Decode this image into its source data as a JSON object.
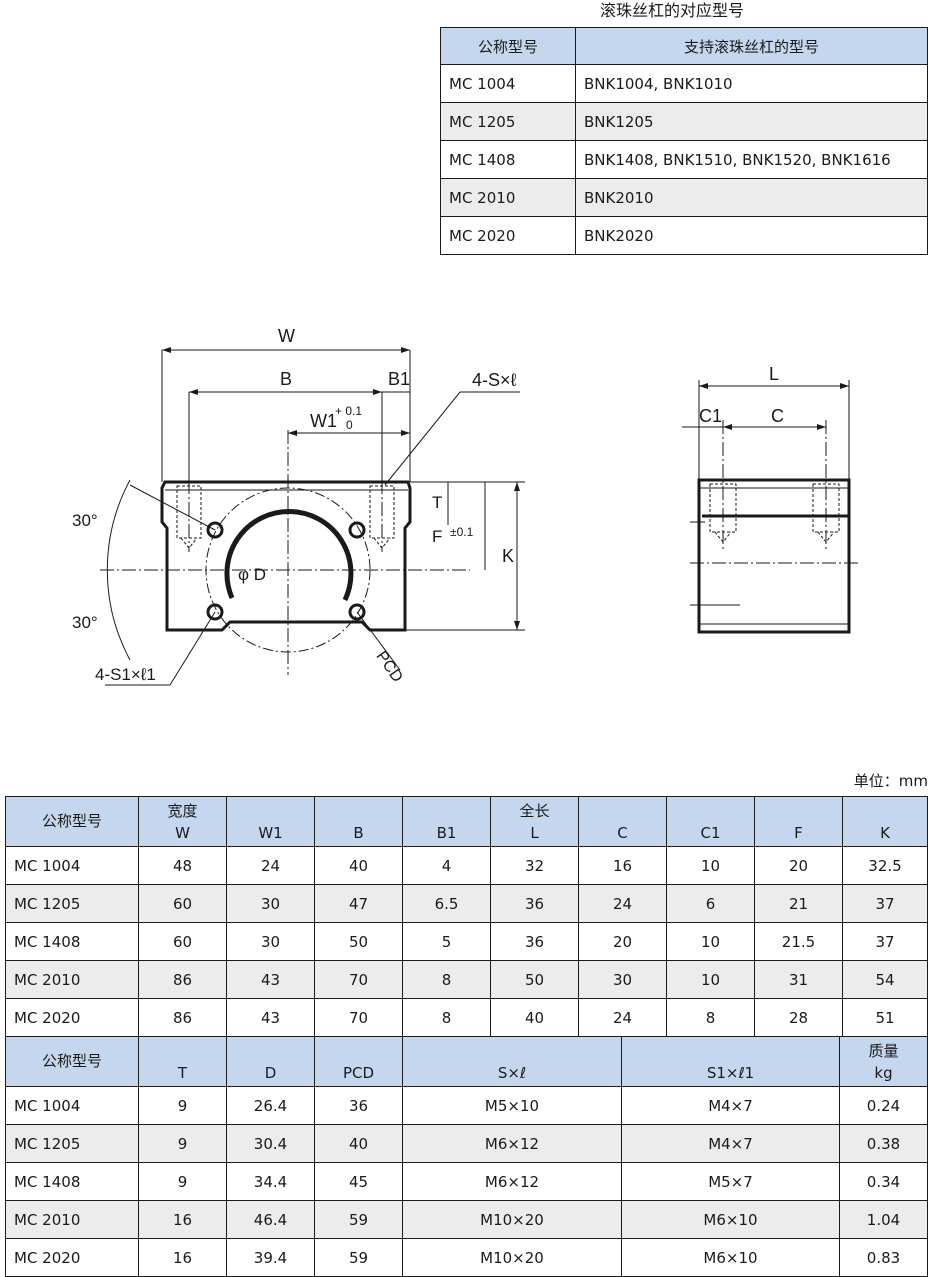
{
  "compat": {
    "title": "滚珠丝杠的对应型号",
    "headers": [
      "公称型号",
      "支持滚珠丝杠的型号"
    ],
    "rows": [
      [
        "MC 1004",
        "BNK1004, BNK1010"
      ],
      [
        "MC 1205",
        "BNK1205"
      ],
      [
        "MC 1408",
        "BNK1408, BNK1510, BNK1520, BNK1616"
      ],
      [
        "MC 2010",
        "BNK2010"
      ],
      [
        "MC 2020",
        "BNK2020"
      ]
    ]
  },
  "drawing": {
    "labels": {
      "W": "W",
      "B": "B",
      "B1": "B1",
      "W1": "W1",
      "W1_tol_upper": "+ 0.1",
      "W1_tol_lower": "0",
      "S_hole": "4-S×ℓ",
      "S1_hole": "4-S1×ℓ1",
      "T": "T",
      "F": "F",
      "F_tol": "±0.1",
      "K": "K",
      "phiD": "φ D",
      "PCD": "PCD",
      "angle_top": "30°",
      "angle_bottom": "30°",
      "L": "L",
      "C1": "C1",
      "C": "C"
    }
  },
  "unit": "单位：mm",
  "dims1": {
    "headers": [
      {
        "top": "",
        "main": "公称型号"
      },
      {
        "top": "宽度",
        "main": "W"
      },
      {
        "top": "",
        "main": "W1"
      },
      {
        "top": "",
        "main": "B"
      },
      {
        "top": "",
        "main": "B1"
      },
      {
        "top": "全长",
        "main": "L"
      },
      {
        "top": "",
        "main": "C"
      },
      {
        "top": "",
        "main": "C1"
      },
      {
        "top": "",
        "main": "F"
      },
      {
        "top": "",
        "main": "K"
      }
    ],
    "rows": [
      [
        "MC 1004",
        "48",
        "24",
        "40",
        "4",
        "32",
        "16",
        "10",
        "20",
        "32.5"
      ],
      [
        "MC 1205",
        "60",
        "30",
        "47",
        "6.5",
        "36",
        "24",
        "6",
        "21",
        "37"
      ],
      [
        "MC 1408",
        "60",
        "30",
        "50",
        "5",
        "36",
        "20",
        "10",
        "21.5",
        "37"
      ],
      [
        "MC 2010",
        "86",
        "43",
        "70",
        "8",
        "50",
        "30",
        "10",
        "31",
        "54"
      ],
      [
        "MC 2020",
        "86",
        "43",
        "70",
        "8",
        "40",
        "24",
        "8",
        "28",
        "51"
      ]
    ]
  },
  "dims2": {
    "headers": [
      {
        "top": "",
        "main": "公称型号"
      },
      {
        "top": "",
        "main": "T"
      },
      {
        "top": "",
        "main": "D"
      },
      {
        "top": "",
        "main": "PCD"
      },
      {
        "top": "",
        "main": "S×ℓ"
      },
      {
        "top": "",
        "main": "S1×ℓ1"
      },
      {
        "top": "质量",
        "main": "kg"
      }
    ],
    "rows": [
      [
        "MC 1004",
        "9",
        "26.4",
        "36",
        "M5×10",
        "M4×7",
        "0.24"
      ],
      [
        "MC 1205",
        "9",
        "30.4",
        "40",
        "M6×12",
        "M4×7",
        "0.38"
      ],
      [
        "MC 1408",
        "9",
        "34.4",
        "45",
        "M6×12",
        "M5×7",
        "0.34"
      ],
      [
        "MC 2010",
        "16",
        "46.4",
        "59",
        "M10×20",
        "M6×10",
        "1.04"
      ],
      [
        "MC 2020",
        "16",
        "39.4",
        "59",
        "M10×20",
        "M6×10",
        "0.83"
      ]
    ]
  }
}
